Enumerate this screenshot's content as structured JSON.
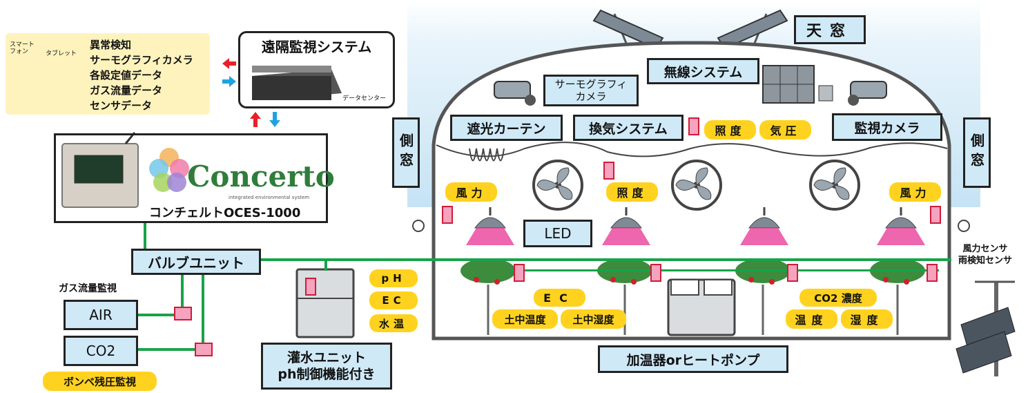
{
  "devices": {
    "smartphone": "スマート\nフォン",
    "tablet": "タブレット",
    "data_items": [
      "異常検知",
      "サーモグラフィカメラ",
      "各設定値データ",
      "ガス流量データ",
      "センサデータ"
    ]
  },
  "remote": {
    "title": "遠隔監視システム",
    "datacenter": "データセンター"
  },
  "controller": {
    "brand": "Concerto",
    "subtitle": "integrated environmental system",
    "model": "コンチェルトOCES-1000"
  },
  "valve_unit": "バルブユニット",
  "gas": {
    "monitor_label": "ガス流量監視",
    "air": "AIR",
    "co2": "CO2",
    "cylinder": "ボンベ残圧監視"
  },
  "irrigation": {
    "title_line1": "灌水ユニット",
    "title_line2": "ph制御機能付き",
    "tags": [
      "pH",
      "EC",
      "水温"
    ]
  },
  "greenhouse": {
    "skylight": "天窓",
    "wireless": "無線システム",
    "thermo_camera_line1": "サーモグラフィ",
    "thermo_camera_line2": "カメラ",
    "shade_curtain": "遮光カーテン",
    "ventilation": "換気システム",
    "illuminance_top": "照度",
    "pressure": "気圧",
    "monitor_camera": "監視カメラ",
    "side_window_left": "側窓",
    "side_window_right": "側窓",
    "wind_left": "風力",
    "illuminance_mid": "照度",
    "wind_right": "風力",
    "led": "LED",
    "ec": "EC",
    "soil_temp": "土中温度",
    "soil_humidity": "土中湿度",
    "co2_concentration": "CO2 濃度",
    "temperature": "温度",
    "humidity": "湿度",
    "heater": "加温器orヒートポンプ"
  },
  "weather": {
    "line1": "風力センサ",
    "line2": "雨検知センサ"
  },
  "colors": {
    "pipe": "#17a34a",
    "box": "#cfe9f7",
    "tag": "#ffd21f",
    "sensor": "#f5a3bf",
    "led_glow": "#e8409a"
  }
}
